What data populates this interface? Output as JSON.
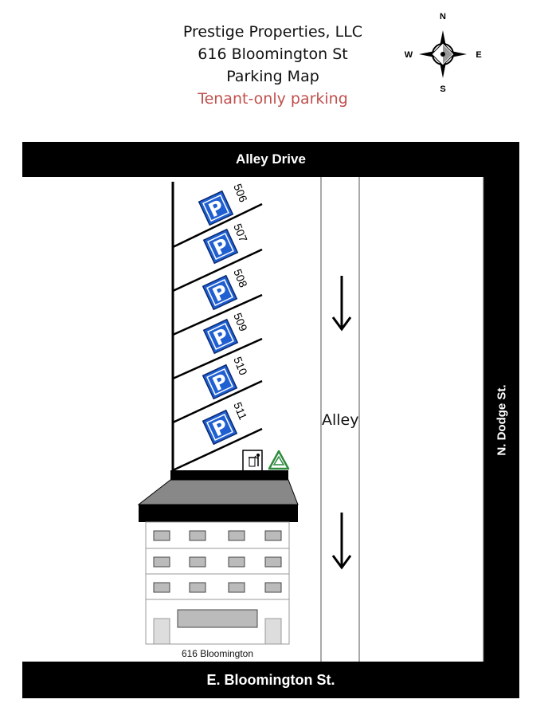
{
  "header": {
    "company": "Prestige Properties, LLC",
    "address": "616 Bloomington St",
    "map_title": "Parking Map",
    "note": "Tenant-only parking",
    "note_color": "#c0504d"
  },
  "compass": {
    "n": "N",
    "s": "S",
    "e": "E",
    "w": "W"
  },
  "streets": {
    "top": "Alley Drive",
    "bottom": "E. Bloomington St.",
    "right": "N. Dodge St."
  },
  "alley": {
    "label": "Alley",
    "arrow_direction": "down"
  },
  "parking": {
    "icon": "parking-p-icon",
    "icon_color": "#1f5fd1",
    "spaces": [
      "506",
      "507",
      "508",
      "509",
      "510",
      "511"
    ]
  },
  "amenities": {
    "trash_icon": "trash-bin-icon",
    "recycle_icon": "recycle-icon",
    "recycle_color": "#2e8b3e"
  },
  "building": {
    "label": "616 Bloomington"
  }
}
